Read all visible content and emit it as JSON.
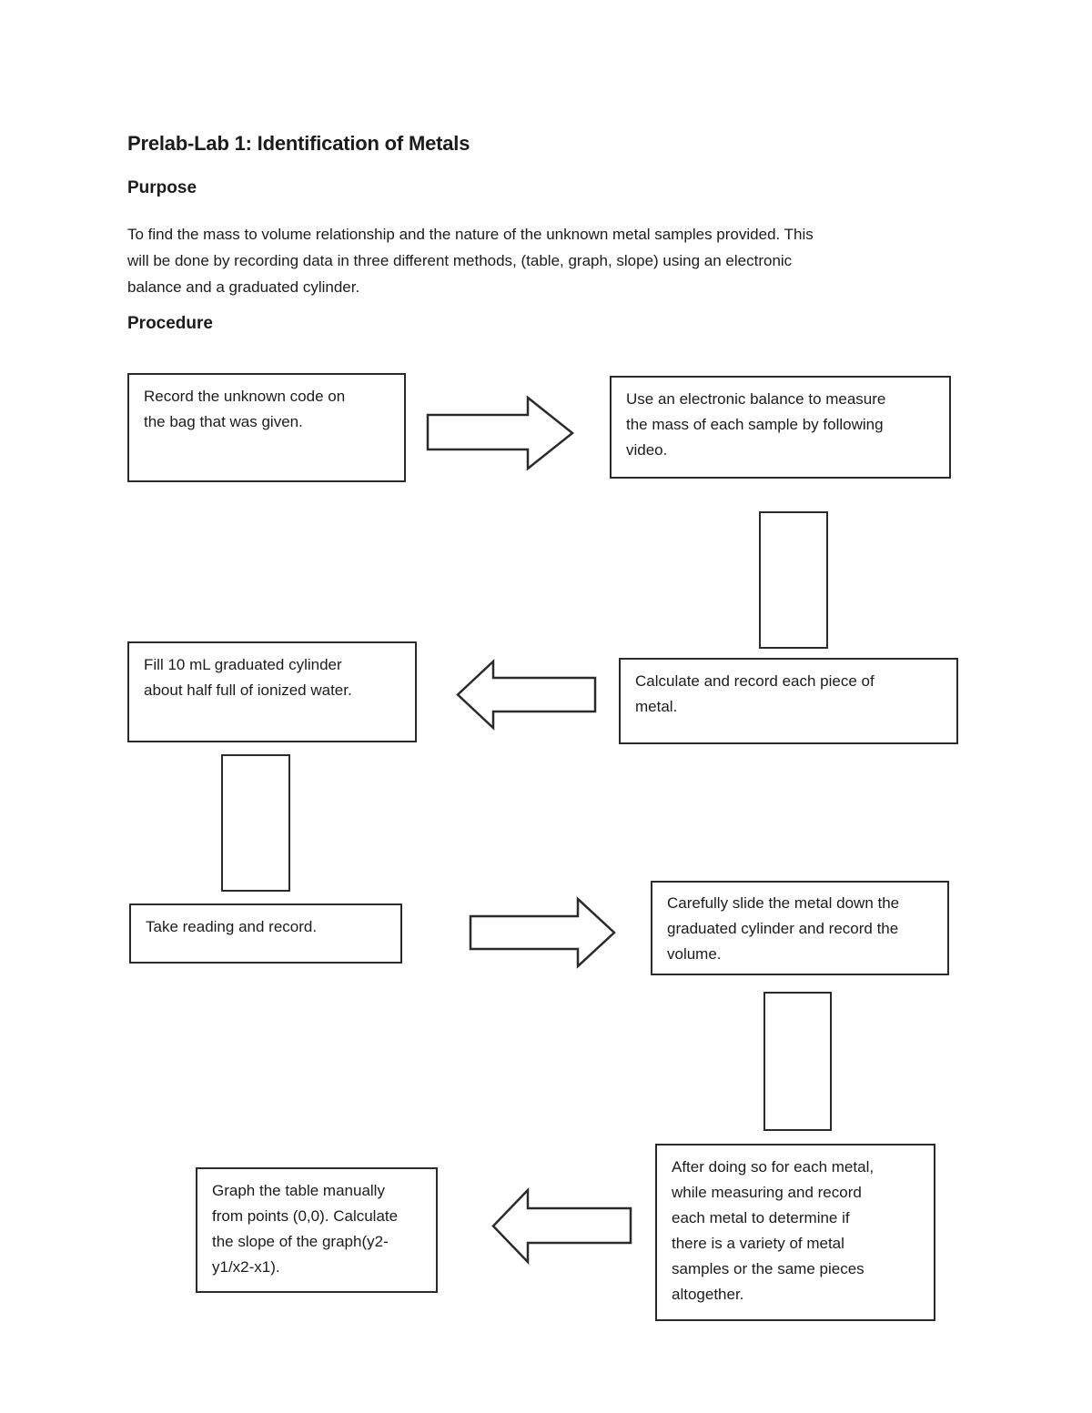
{
  "document": {
    "title": "Prelab-Lab 1: Identification of Metals",
    "purpose_heading": "Purpose",
    "purpose_text": "To find the mass to volume relationship and the nature of the unknown metal samples provided. This\nwill be done by recording data in three different methods, (table, graph, slope) using an electronic\nbalance and a graduated cylinder.",
    "procedure_heading": "Procedure"
  },
  "flowchart": {
    "colors": {
      "stroke": "#2b2b2b",
      "fill": "#ffffff",
      "text": "#1c1c1c"
    },
    "steps": [
      {
        "id": 1,
        "text": "Record the unknown code on\nthe bag that was given."
      },
      {
        "id": 2,
        "text": "Use an electronic balance to measure\nthe mass of each sample by following\nvideo."
      },
      {
        "id": 3,
        "text": "Calculate and record each piece of\nmetal."
      },
      {
        "id": 4,
        "text": "Fill 10 mL graduated cylinder\nabout half full of ionized water."
      },
      {
        "id": 5,
        "text": "Take reading and record."
      },
      {
        "id": 6,
        "text": "Carefully slide the metal down the\ngraduated cylinder and record the\nvolume."
      },
      {
        "id": 7,
        "text": "After doing so for each metal,\nwhile measuring and record\neach metal to determine if\nthere is a variety of metal\nsamples or the same pieces\naltogether."
      },
      {
        "id": 8,
        "text": "Graph the table manually\nfrom points (0,0). Calculate\nthe slope of the graph(y2-\ny1/x2-x1)."
      }
    ],
    "connectors": [
      {
        "between": [
          1,
          2
        ],
        "shape": "block-arrow-right"
      },
      {
        "between": [
          2,
          3
        ],
        "shape": "vertical-rectangle"
      },
      {
        "between": [
          3,
          4
        ],
        "shape": "block-arrow-left"
      },
      {
        "between": [
          4,
          5
        ],
        "shape": "vertical-rectangle"
      },
      {
        "between": [
          5,
          6
        ],
        "shape": "block-arrow-right"
      },
      {
        "between": [
          6,
          7
        ],
        "shape": "vertical-rectangle"
      },
      {
        "between": [
          7,
          8
        ],
        "shape": "block-arrow-left"
      }
    ]
  }
}
